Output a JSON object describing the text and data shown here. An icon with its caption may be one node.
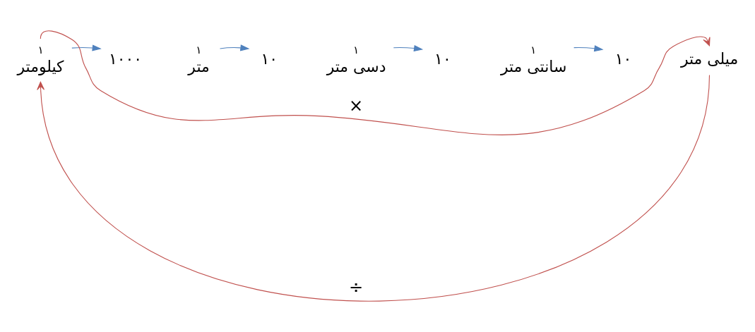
{
  "diagram": {
    "nodes": [
      {
        "text": [
          "کیلومتر"
        ],
        "beside": [
          "۱"
        ]
      },
      {
        "text": [
          "۱۰۰۰"
        ]
      },
      {
        "text": [
          "متر"
        ],
        "beside": [
          "۱"
        ]
      },
      {
        "text": [
          "۱۰"
        ]
      },
      {
        "text": [
          "دسی متر"
        ],
        "beside": [
          "۱"
        ]
      },
      {
        "text": [
          "۱۰"
        ]
      },
      {
        "text": [
          "سانتی متر"
        ],
        "beside": [
          "۱"
        ]
      },
      {
        "text": [
          "۱۰"
        ]
      },
      {
        "text": [
          "میلی متر"
        ]
      }
    ],
    "edges": [
      {
        "from": 0,
        "to": 1,
        "arrow": "to"
      },
      {
        "from": 2,
        "to": 3,
        "arrow": "to"
      },
      {
        "from": 4,
        "to": 5,
        "arrow": "to"
      },
      {
        "from": 6,
        "to": 7,
        "arrow": "to"
      },
      {
        "from": 0,
        "to": 8,
        "arrow": "to",
        "label": "×",
        "color": "#c0504d"
      },
      {
        "from": 8,
        "to": 0,
        "arrow": "to",
        "label": "÷",
        "color": "#c0504d"
      }
    ]
  }
}
